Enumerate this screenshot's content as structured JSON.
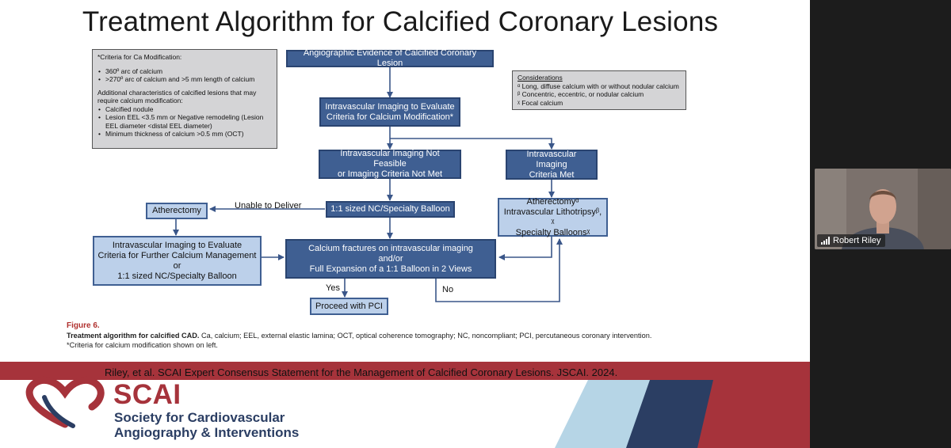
{
  "slide": {
    "title": "Treatment Algorithm for Calcified Coronary Lesions"
  },
  "criteria_box": {
    "heading": "*Criteria for Ca Modification:",
    "items": [
      "360º arc of calcium",
      ">270º arc of calcium and >5 mm length of calcium"
    ],
    "additional_heading": "Additional characteristics of calcified lesions that may require calcium modification:",
    "additional_items": [
      "Calcified nodule",
      "Lesion EEL <3.5 mm or Negative remodeling (Lesion EEL diameter <distal EEL diameter)",
      "Minimum thickness of calcium >0.5 mm (OCT)"
    ]
  },
  "considerations_box": {
    "heading": "Considerations",
    "items": [
      "ᵅ Long, diffuse calcium with or without nodular calcium",
      "ᵝ Concentric, eccentric, or nodular calcium",
      "ᵡ Focal calcium"
    ]
  },
  "nodes": {
    "angiographic": "Angiographic Evidence of Calcified Coronary Lesion",
    "ivi_evaluate_1": "Intravascular Imaging to Evaluate",
    "ivi_evaluate_2": "Criteria for Calcium Modification*",
    "not_feasible_1": "Intravascular Imaging Not Feasible",
    "not_feasible_2": "or Imaging Criteria Not Met",
    "criteria_met_1": "Intravascular Imaging",
    "criteria_met_2": "Criteria Met",
    "nc_balloon": "1:1 sized NC/Specialty Balloon",
    "atherectomy": "Atherectomy",
    "tx_1": "Atherectomyᵅ",
    "tx_2": "Intravascular Lithotripsyᵝ, ᵡ",
    "tx_3": "Specialty Balloonsᵡ",
    "further_1": "Intravascular Imaging to Evaluate",
    "further_2": "Criteria for Further Calcium Management",
    "further_3": "or",
    "further_4": "1:1 sized NC/Specialty Balloon",
    "fractures_1": "Calcium fractures on intravascular imaging",
    "fractures_2": "and/or",
    "fractures_3": "Full Expansion of a 1:1 Balloon in 2 Views",
    "proceed": "Proceed with PCI"
  },
  "edge_labels": {
    "unable": "Unable to Deliver",
    "yes": "Yes",
    "no": "No"
  },
  "caption": {
    "fig_num": "Figure 6.",
    "title": "Treatment algorithm for calcified CAD.",
    "text": " Ca, calcium; EEL, external elastic lamina; OCT, optical coherence tomography; NC, noncompliant; PCI, percutaneous coronary intervention.",
    "note": "*Criteria for calcium modification shown on left."
  },
  "footer": {
    "citation": "Riley, et al. SCAI Expert Consensus Statement for the Management of Calcified Coronary Lesions. JSCAI. 2024.",
    "org_short": "SCAI",
    "org_line1": "Society for Cardiovascular",
    "org_line2": "Angiography & Interventions"
  },
  "participant": {
    "name": "Robert Riley"
  },
  "colors": {
    "dark_box": "#3f5f92",
    "light_box": "#bcd0ea",
    "brand_red": "#a6333b",
    "brand_navy": "#2b3e63"
  }
}
